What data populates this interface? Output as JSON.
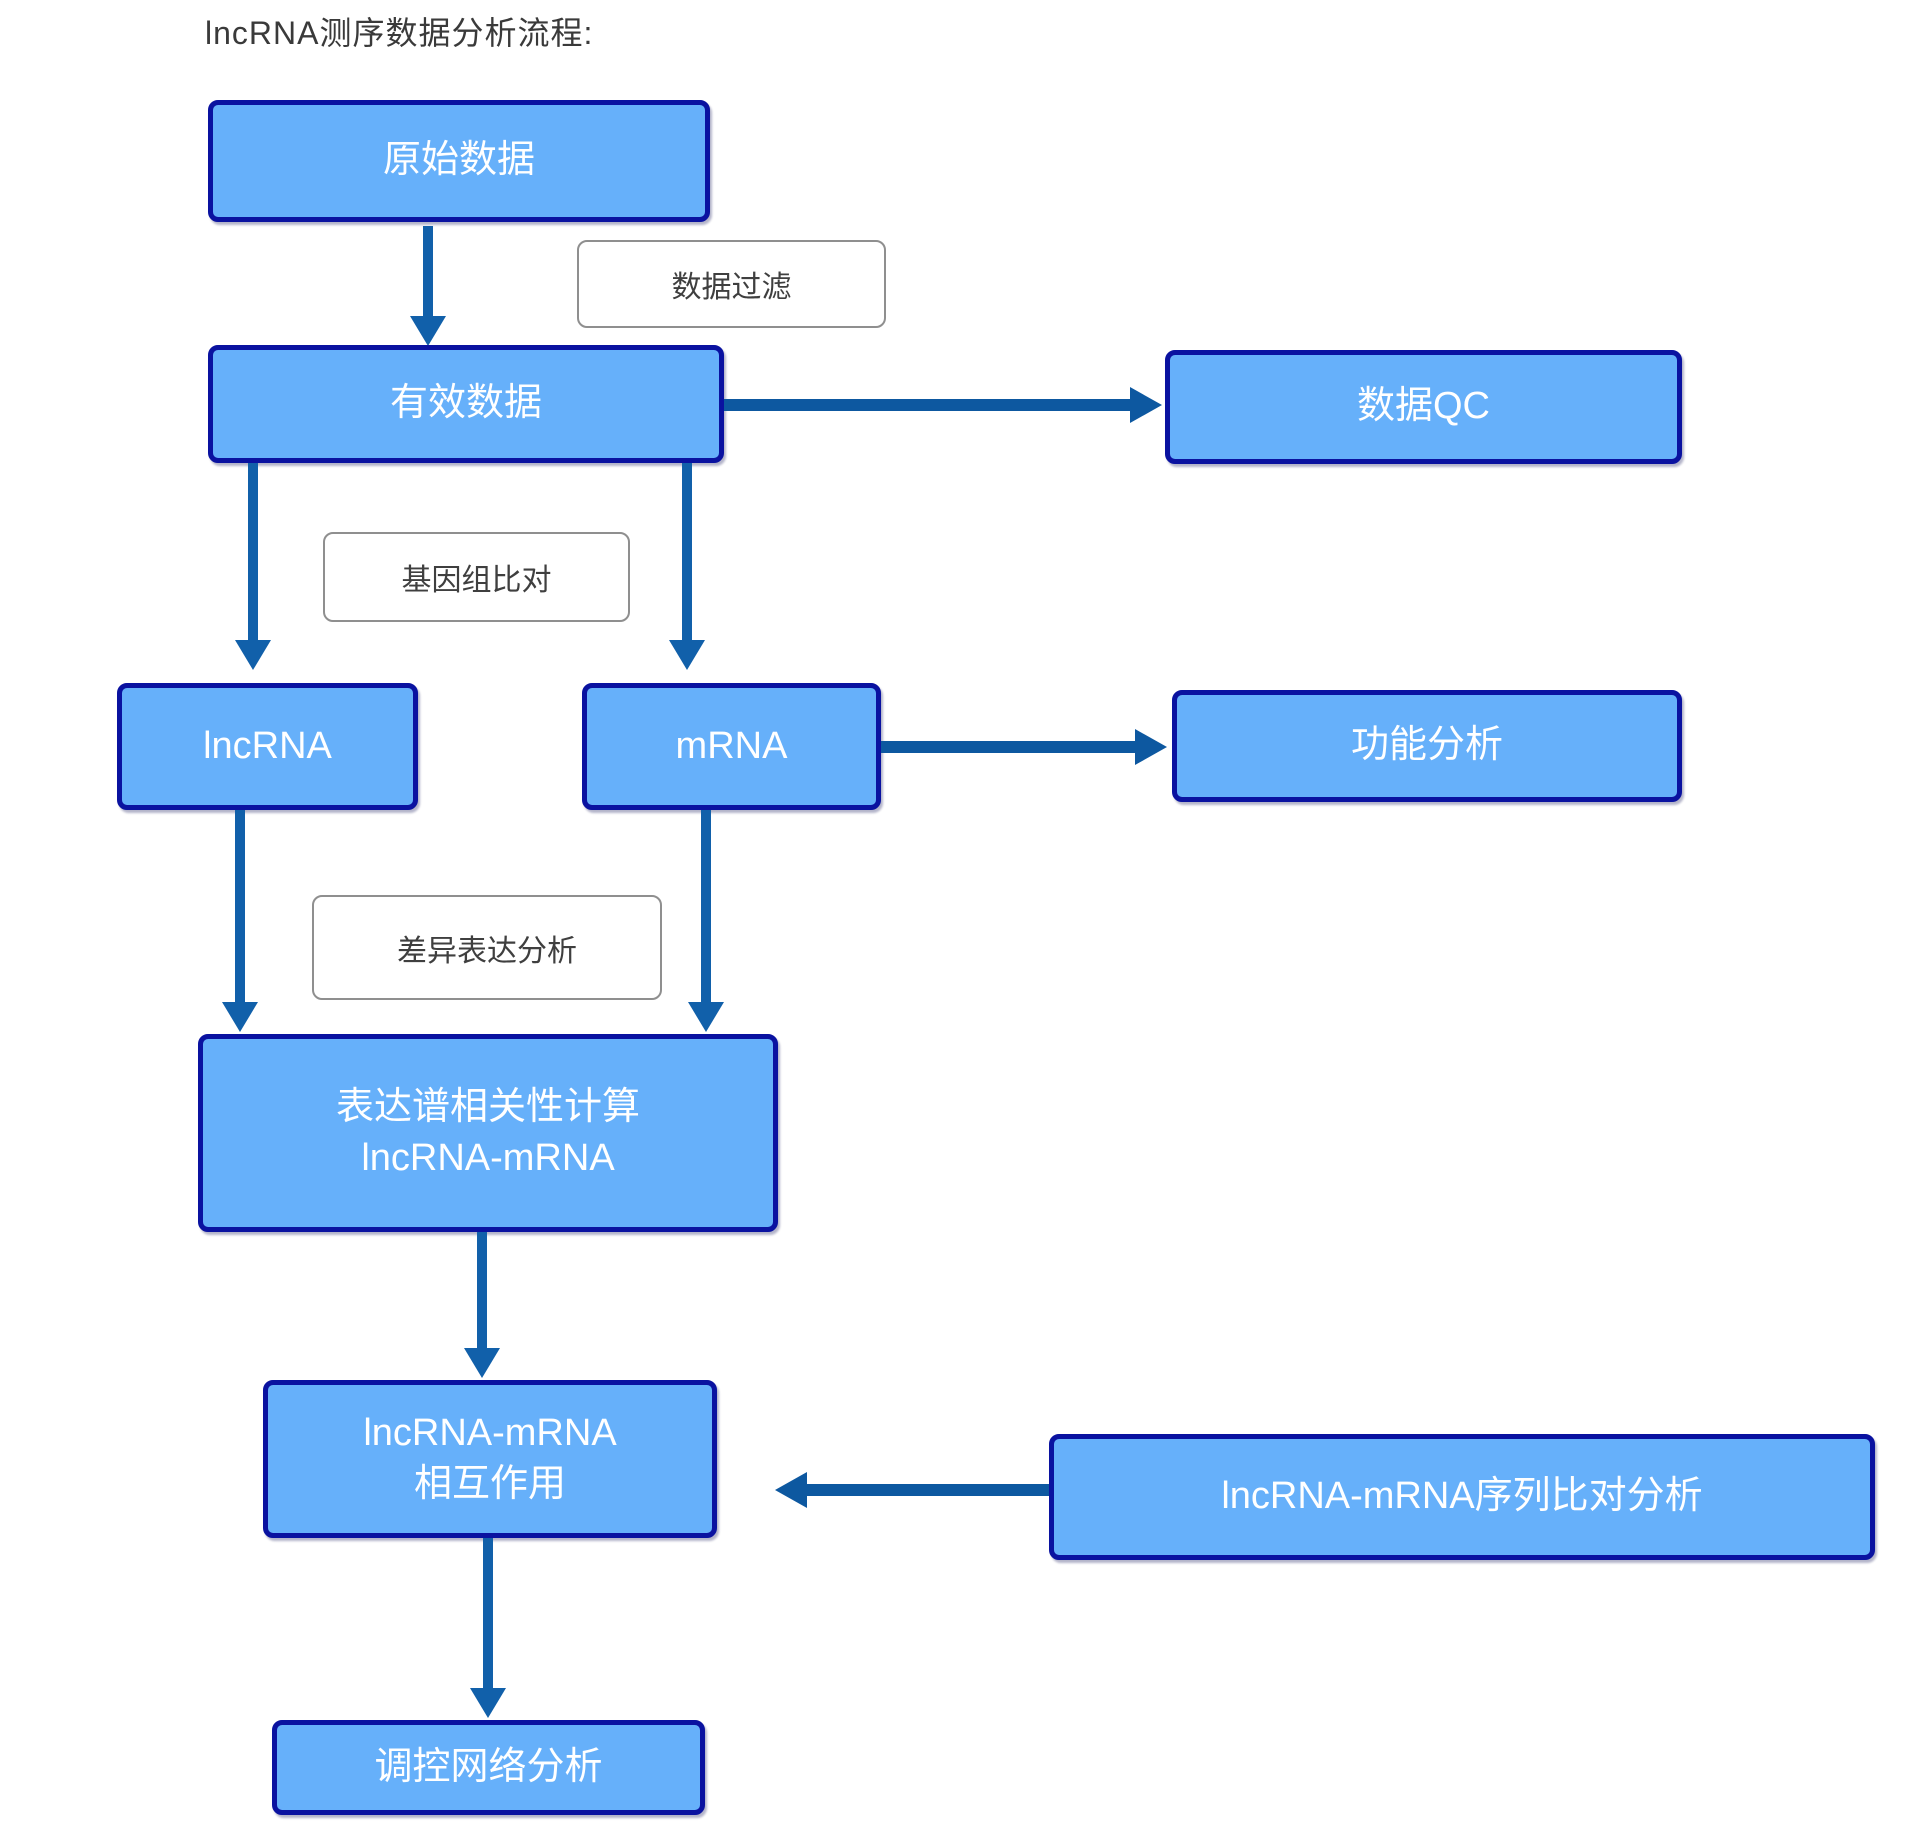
{
  "title": "lncRNA测序数据分析流程:",
  "nodes": {
    "raw_data": {
      "label": "原始数据"
    },
    "valid_data": {
      "label": "有效数据"
    },
    "data_qc": {
      "label": "数据QC"
    },
    "lncrna": {
      "label": "lncRNA"
    },
    "mrna": {
      "label": "mRNA"
    },
    "functional_analysis": {
      "label": "功能分析"
    },
    "expression_correlation": {
      "label": "表达谱相关性计算\nlncRNA-mRNA"
    },
    "interaction": {
      "label": "lncRNA-mRNA\n相互作用"
    },
    "sequence_alignment": {
      "label": "lncRNA-mRNA序列比对分析"
    },
    "regulatory_network": {
      "label": "调控网络分析"
    }
  },
  "process_labels": {
    "data_filter": "数据过滤",
    "genome_alignment": "基因组比对",
    "differential_expression": "差异表达分析"
  },
  "colors": {
    "node_fill": "#66b0fa",
    "node_border": "#0a12a0",
    "node_text": "#ffffff",
    "arrow": "#0d58a0",
    "label_border": "#8f8f8f",
    "label_text": "#3f3f3f",
    "title_text": "#3a3a3a",
    "background": "#ffffff"
  }
}
